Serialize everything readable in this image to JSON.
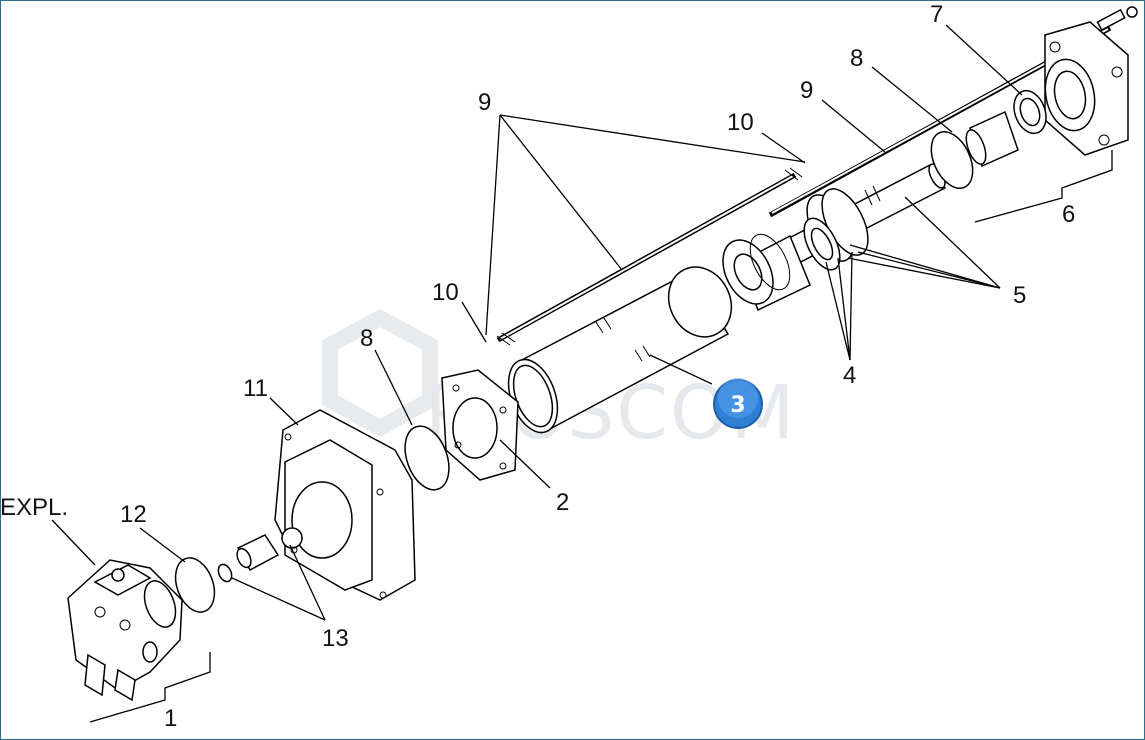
{
  "watermark": {
    "text": "PLUSCOM"
  },
  "badge": {
    "label": "3",
    "color": "#2e7fd6"
  },
  "callouts": {
    "expl": "EXPL.",
    "c1": "1",
    "c2": "2",
    "c4": "4",
    "c5": "5",
    "c6": "6",
    "c7": "7",
    "c8_left": "8",
    "c8_right": "8",
    "c9_top": "9",
    "c9_right": "9",
    "c10_left": "10",
    "c10_right": "10",
    "c11": "11",
    "c12": "12",
    "c13": "13"
  }
}
